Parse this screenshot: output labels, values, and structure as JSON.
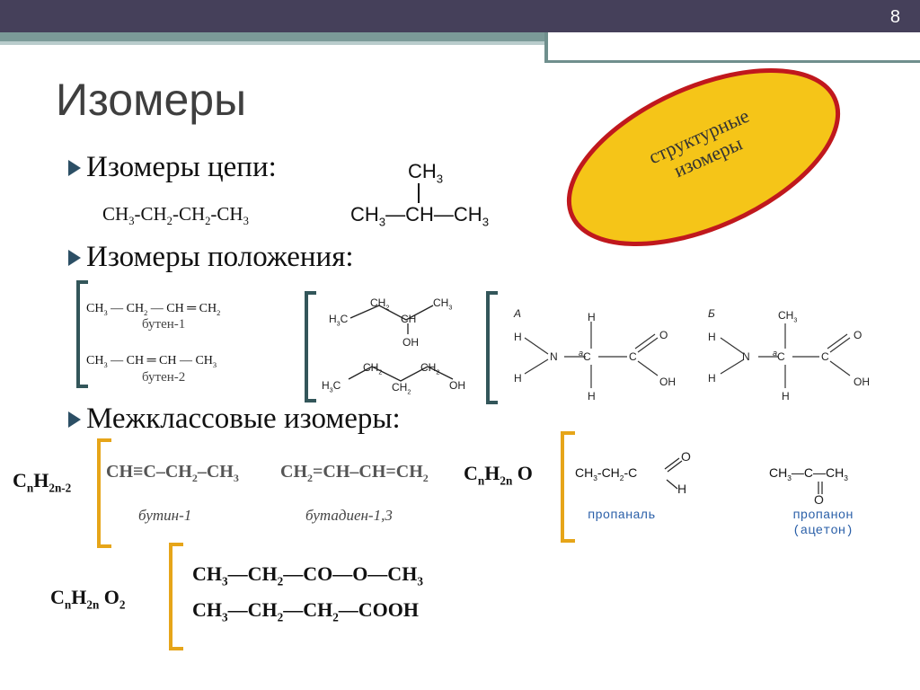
{
  "slide": {
    "number": "8",
    "title": "Изомеры"
  },
  "badge": {
    "line1": "структурные",
    "line2": "изомеры",
    "fill": "#f5c518",
    "stroke": "#c0181d"
  },
  "sections": {
    "chain": "Изомеры цепи:",
    "position": "Изомеры положения:",
    "interclass": "Межклассовые изомеры:"
  },
  "chain_isomers": {
    "butane": {
      "p1": "CH",
      "p2": "-CH",
      "p3": "-CH",
      "p4": "-CH",
      "s1": "3",
      "s2": "2",
      "s3": "2",
      "s4": "3"
    },
    "isobutane": {
      "top": "CH",
      "top_sub": "3",
      "left": "CH",
      "left_sub": "3",
      "mid": "CH",
      "right": "CH",
      "right_sub": "3"
    }
  },
  "position_isomers": {
    "butene1_label": "бутен-1",
    "butene2_label": "бутен-2",
    "alcohol_atoms": {
      "h3c": "H",
      "h3c_sub": "3",
      "c": "C",
      "ch2": "CH",
      "ch2_sub": "2",
      "ch": "CH",
      "ch3": "CH",
      "ch3_sub": "3",
      "oh": "OH"
    },
    "alcohol2_atoms": {
      "h3c": "H",
      "h3c_sub": "3",
      "c": "C",
      "ch2a": "CH",
      "ch2b": "CH",
      "ch2c": "CH",
      "sub2": "2",
      "oh": "OH"
    },
    "amino_a": {
      "letter": "А",
      "h": "H",
      "n": "N",
      "alpha": "a",
      "c": "C",
      "o": "O",
      "oh": "OH"
    },
    "amino_b": {
      "letter": "Б",
      "h": "H",
      "n": "N",
      "alpha": "a",
      "c": "C",
      "ch3": "CH",
      "ch3_sub": "3",
      "o": "O",
      "oh": "OH"
    }
  },
  "interclass": {
    "cnh2n2": {
      "c": "C",
      "n1": "n",
      "h": "H",
      "n2": "2n-2"
    },
    "butyne_label": "бутин-1",
    "butadiene_label": "бутадиен-1,3",
    "cnh2no": {
      "c": "C",
      "n1": "n",
      "h": "H",
      "n2": "2n",
      "o": " O"
    },
    "propanal_label": "пропаналь",
    "propanone_label1": "пропанон",
    "propanone_label2": "(ацетон)",
    "cnh2no2": {
      "c": "C",
      "n1": "n",
      "h": "H",
      "n2": "2n",
      "o": " O",
      "o_sub": "2"
    },
    "ester_line": {
      "a": "CH",
      "a_sub": "3",
      "b": "—CH",
      "b_sub": "2",
      "c": "—CO—O—CH",
      "c_sub": "3"
    },
    "acid_line": {
      "a": "CH",
      "a_sub": "3",
      "b": "—CH",
      "b_sub": "2",
      "c": "—CH",
      "c_sub": "2",
      "d": "—COOH"
    }
  },
  "colors": {
    "bracket_teal": "#33565a",
    "bracket_gold": "#e6a519",
    "header": "#45405a"
  }
}
